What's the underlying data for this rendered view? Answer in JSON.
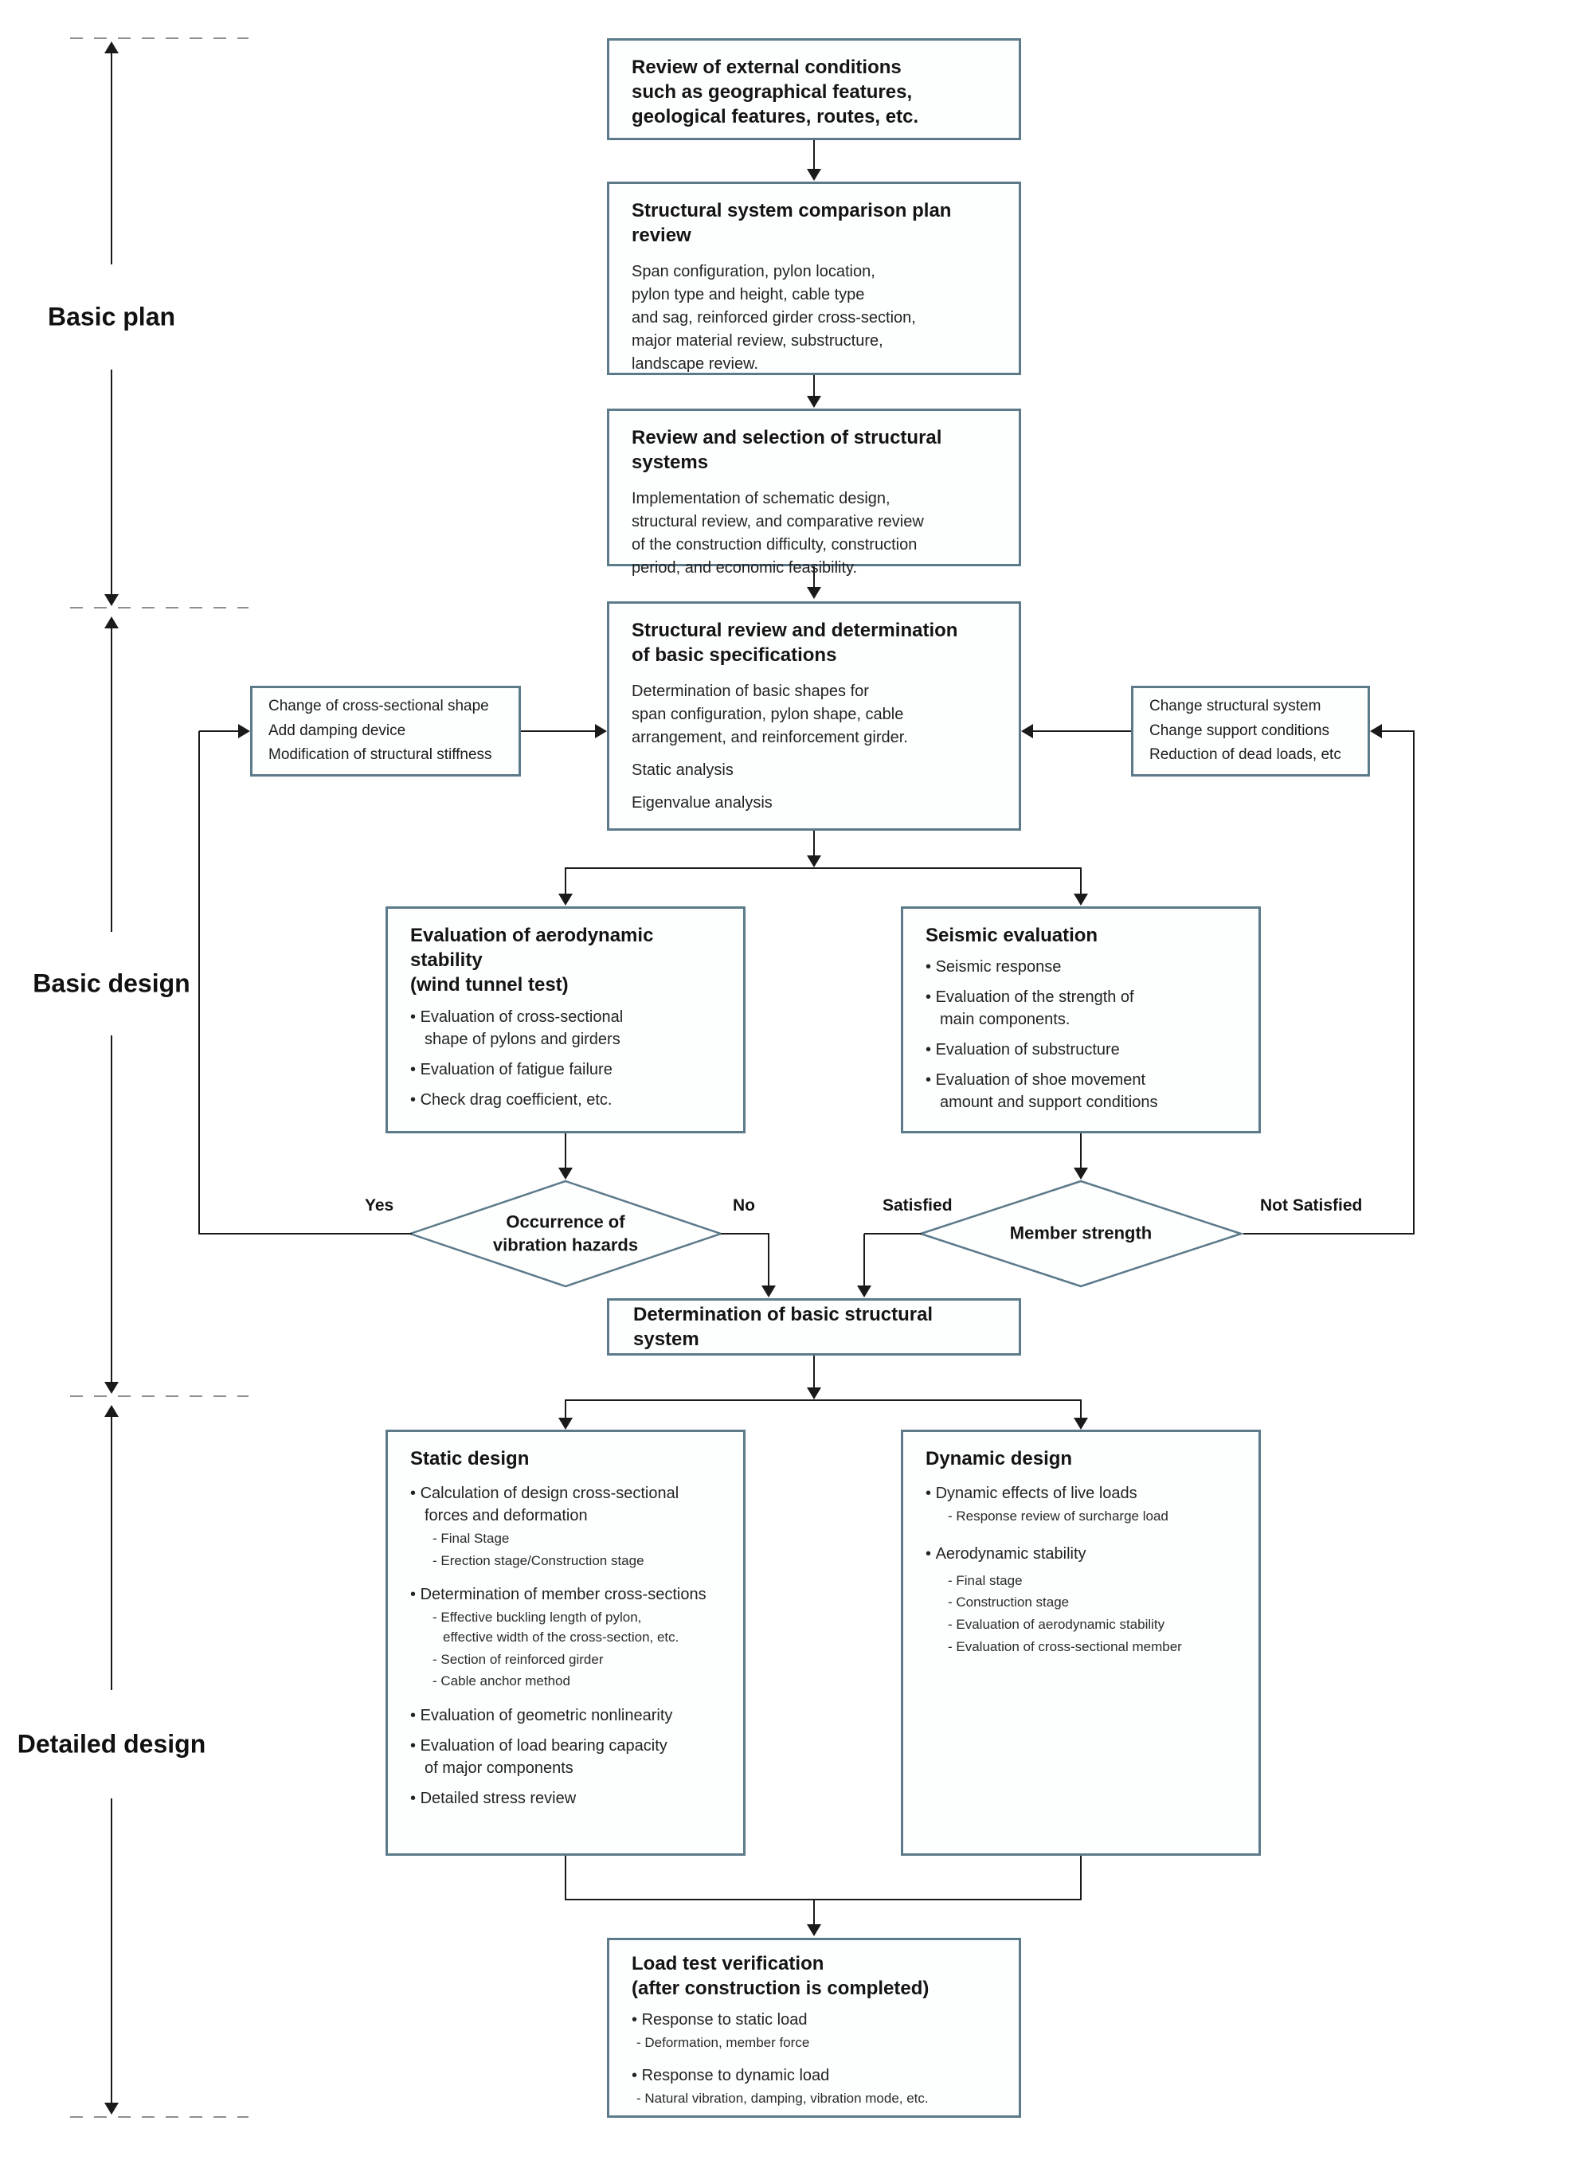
{
  "diagram": {
    "colors": {
      "box_border": "#5c7a8a",
      "line": "#1a1a1a",
      "dash": "#8f8f8f"
    },
    "phases": [
      {
        "label": "Basic plan"
      },
      {
        "label": "Basic design"
      },
      {
        "label": "Detailed design"
      }
    ],
    "boxes": {
      "external": {
        "title": "Review of external conditions\nsuch as geographical features,\ngeological features, routes, etc."
      },
      "comparison": {
        "title": "Structural system comparison plan review",
        "body": "Span configuration, pylon location,\npylon type and height, cable type\nand sag, reinforced girder cross-section,\nmajor material review, substructure,\nlandscape review."
      },
      "selection": {
        "title": "Review and selection of structural systems",
        "body": "Implementation of schematic design,\nstructural review, and comparative review\nof the construction difficulty, construction\nperiod, and economic feasibility."
      },
      "spec": {
        "title": "Structural review and determination\nof basic specifications",
        "body": "Determination of basic shapes for\nspan configuration, pylon shape, cable\narrangement, and reinforcement girder.",
        "analysis1": "Static analysis",
        "analysis2": "Eigenvalue analysis"
      },
      "left_remedy": {
        "lines": [
          "Change of cross-sectional shape",
          "Add damping device",
          "Modification of structural stiffness"
        ]
      },
      "right_remedy": {
        "lines": [
          "Change structural system",
          "Change support conditions",
          "Reduction of dead loads, etc"
        ]
      },
      "aero": {
        "title": "Evaluation of aerodynamic stability\n(wind tunnel test)",
        "items": [
          "Evaluation of cross-sectional\nshape of pylons and girders",
          "Evaluation of fatigue failure",
          "Check drag coefficient, etc."
        ]
      },
      "seismic": {
        "title": "Seismic evaluation",
        "items": [
          "Seismic response",
          "Evaluation of the strength of\nmain components.",
          "Evaluation of substructure",
          "Evaluation of shoe movement\namount and support conditions"
        ]
      },
      "determination": {
        "title": "Determination of basic structural system"
      },
      "static_design": {
        "title": "Static design",
        "items": [
          {
            "level": "bullet",
            "text": "Calculation of design cross-sectional\nforces and deformation"
          },
          {
            "level": "sub",
            "text": "Final Stage"
          },
          {
            "level": "sub",
            "text": "Erection stage/Construction stage"
          },
          {
            "level": "bullet",
            "text": "Determination of member cross-sections"
          },
          {
            "level": "sub",
            "text": "Effective buckling length of pylon,\neffective width of the cross-section, etc."
          },
          {
            "level": "sub",
            "text": "Section of reinforced girder"
          },
          {
            "level": "sub",
            "text": "Cable anchor method"
          },
          {
            "level": "bullet",
            "text": "Evaluation of geometric nonlinearity"
          },
          {
            "level": "bullet",
            "text": "Evaluation of load bearing capacity\nof major components"
          },
          {
            "level": "bullet",
            "text": "Detailed stress review"
          }
        ]
      },
      "dynamic_design": {
        "title": "Dynamic design",
        "items": [
          {
            "level": "bullet",
            "text": "Dynamic effects of live loads"
          },
          {
            "level": "sub",
            "text": "Response review of surcharge load"
          },
          {
            "level": "bullet",
            "text": "Aerodynamic stability"
          },
          {
            "level": "sub",
            "text": "Final stage"
          },
          {
            "level": "sub",
            "text": "Construction stage"
          },
          {
            "level": "sub",
            "text": "Evaluation of aerodynamic stability"
          },
          {
            "level": "sub",
            "text": "Evaluation of cross-sectional member"
          }
        ]
      },
      "load_test": {
        "title": "Load test verification\n(after construction is completed)",
        "items": [
          {
            "level": "bullet",
            "text": "Response to static load"
          },
          {
            "level": "sub",
            "text": "Deformation, member force"
          },
          {
            "level": "bullet",
            "text": "Response to dynamic load"
          },
          {
            "level": "sub",
            "text": "Natural vibration, damping, vibration mode, etc."
          }
        ]
      }
    },
    "decisions": {
      "vibration": {
        "label": "Occurrence of\nvibration hazards",
        "yes": "Yes",
        "no": "No"
      },
      "member": {
        "label": "Member strength",
        "yes": "Satisfied",
        "no": "Not Satisfied"
      }
    }
  }
}
